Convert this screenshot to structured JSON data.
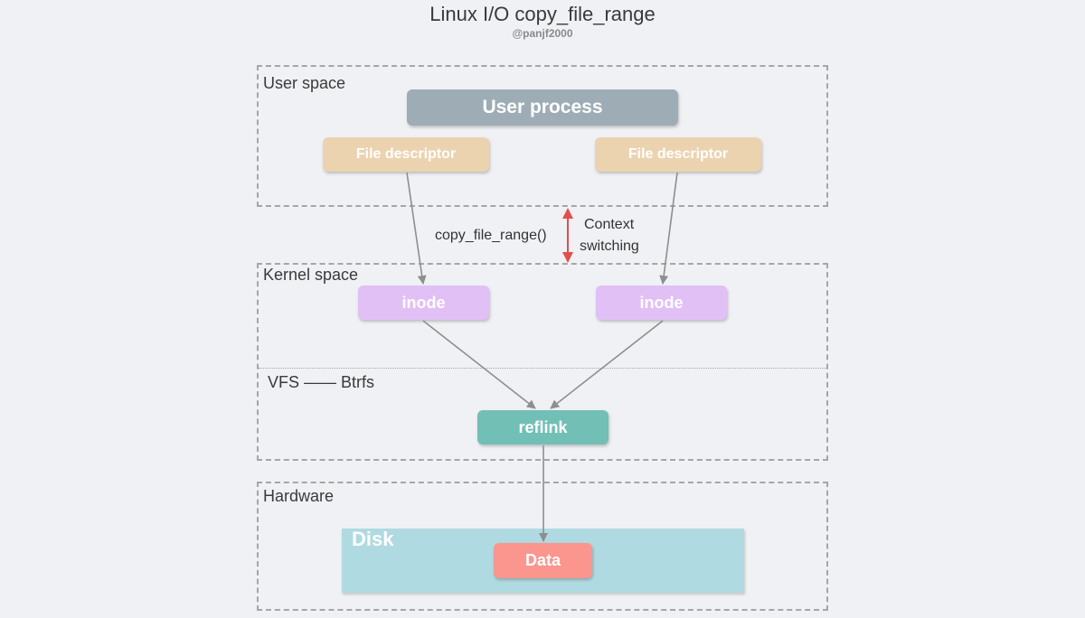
{
  "header": {
    "title": "Linux I/O copy_file_range",
    "author": "@panjf2000"
  },
  "zones": {
    "user_space": "User space",
    "kernel_space": "Kernel space",
    "vfs": "VFS —— Btrfs",
    "hardware": "Hardware"
  },
  "nodes": {
    "user_process": "User process",
    "fd_left": "File descriptor",
    "fd_right": "File descriptor",
    "inode_left": "inode",
    "inode_right": "inode",
    "reflink": "reflink",
    "disk": "Disk",
    "data": "Data"
  },
  "annotations": {
    "syscall": "copy_file_range()",
    "context_line1": "Context",
    "context_line2": "switching"
  },
  "colors": {
    "user_process": "#9eadb5",
    "file_descriptor": "#ecd3b0",
    "inode": "#e1c0f5",
    "reflink": "#72bfb5",
    "disk": "#b0dae1",
    "data": "#fb968f",
    "arrow": "#8e8e8e",
    "context_arrow": "#e0504d"
  }
}
